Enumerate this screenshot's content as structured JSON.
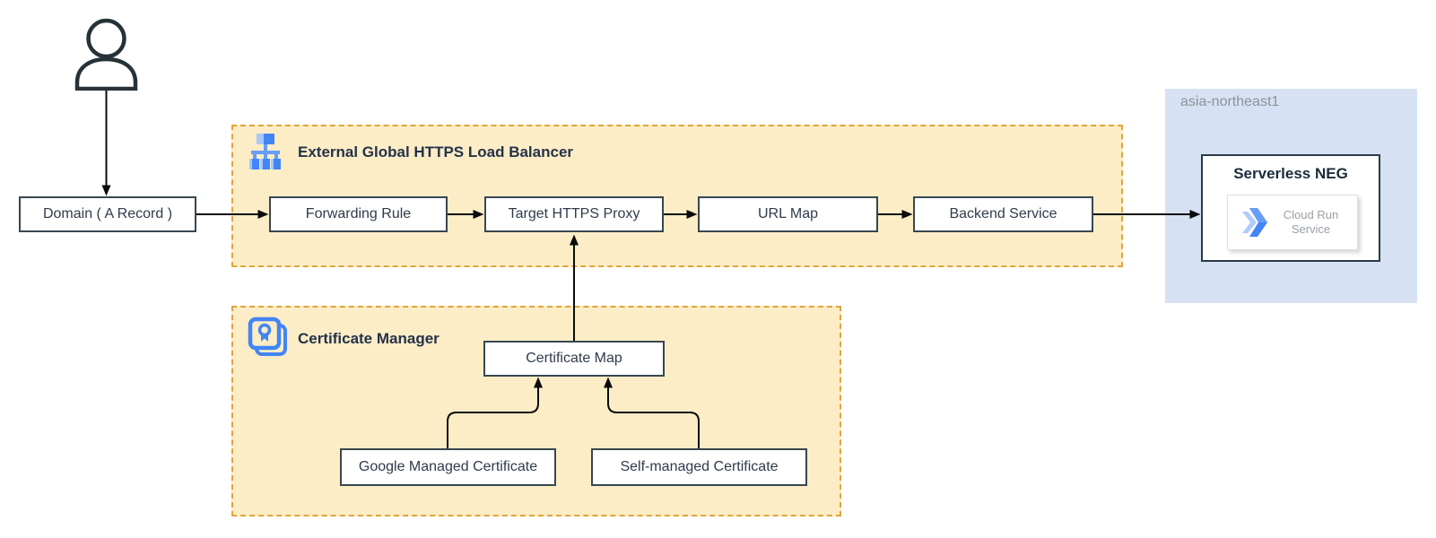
{
  "diagram": {
    "user": {
      "icon": "user-icon"
    },
    "domain": {
      "label": "Domain ( A Record )"
    },
    "load_balancer": {
      "icon": "load-balancer-icon",
      "title": "External Global HTTPS Load Balancer",
      "nodes": {
        "forwarding_rule": "Forwarding Rule",
        "target_https_proxy": "Target HTTPS Proxy",
        "url_map": "URL Map",
        "backend_service": "Backend Service"
      }
    },
    "certificate_manager": {
      "icon": "certificate-manager-icon",
      "title": "Certificate Manager",
      "nodes": {
        "certificate_map": "Certificate Map",
        "google_managed_certificate": "Google Managed Certificate",
        "self_managed_certificate": "Self-managed Certificate"
      }
    },
    "region": {
      "name": "asia-northeast1",
      "serverless_neg": {
        "title": "Serverless NEG",
        "service": {
          "icon": "cloud-run-icon",
          "label": "Cloud Run Service"
        }
      }
    },
    "colors": {
      "container_fill": "#FCEDC6",
      "container_dash": "#E0A53C",
      "region_fill": "#D6E2F4",
      "box_border": "#37474F",
      "text_dark": "#2F3B4C",
      "title_dark": "#24324A",
      "muted_gray": "#9AA0A6",
      "region_label_gray": "#8D9297",
      "google_blue": "#4285F4",
      "google_blue_mid": "#669DF6",
      "google_blue_light": "#A8C7FA",
      "connector_black": "#0B0B0B"
    }
  }
}
